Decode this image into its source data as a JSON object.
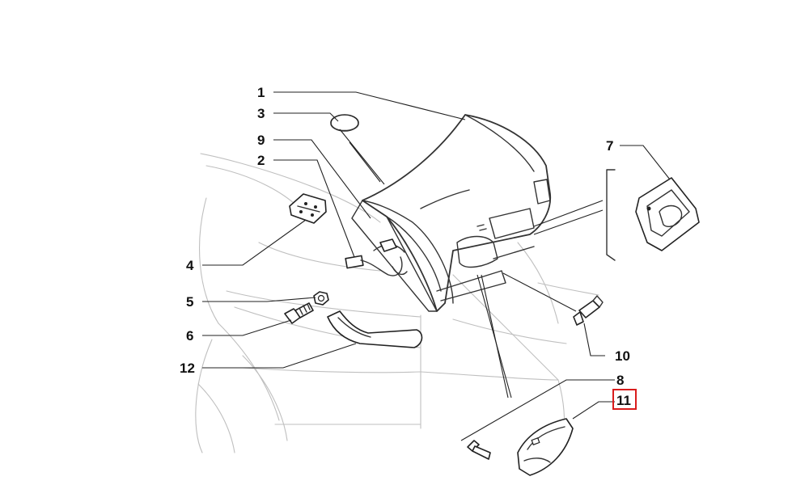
{
  "callouts": [
    {
      "id": "1",
      "text": "1"
    },
    {
      "id": "3",
      "text": "3"
    },
    {
      "id": "9",
      "text": "9"
    },
    {
      "id": "2",
      "text": "2"
    },
    {
      "id": "4",
      "text": "4"
    },
    {
      "id": "5",
      "text": "5"
    },
    {
      "id": "6",
      "text": "6"
    },
    {
      "id": "12",
      "text": "12"
    },
    {
      "id": "7",
      "text": "7"
    },
    {
      "id": "10",
      "text": "10"
    },
    {
      "id": "8",
      "text": "8"
    },
    {
      "id": "11",
      "text": "11",
      "highlighted": true
    }
  ],
  "colors": {
    "highlight_box": "#d91c1c",
    "line_art": "#222222",
    "car_outline": "#bfbfbf",
    "background": "#ffffff"
  }
}
